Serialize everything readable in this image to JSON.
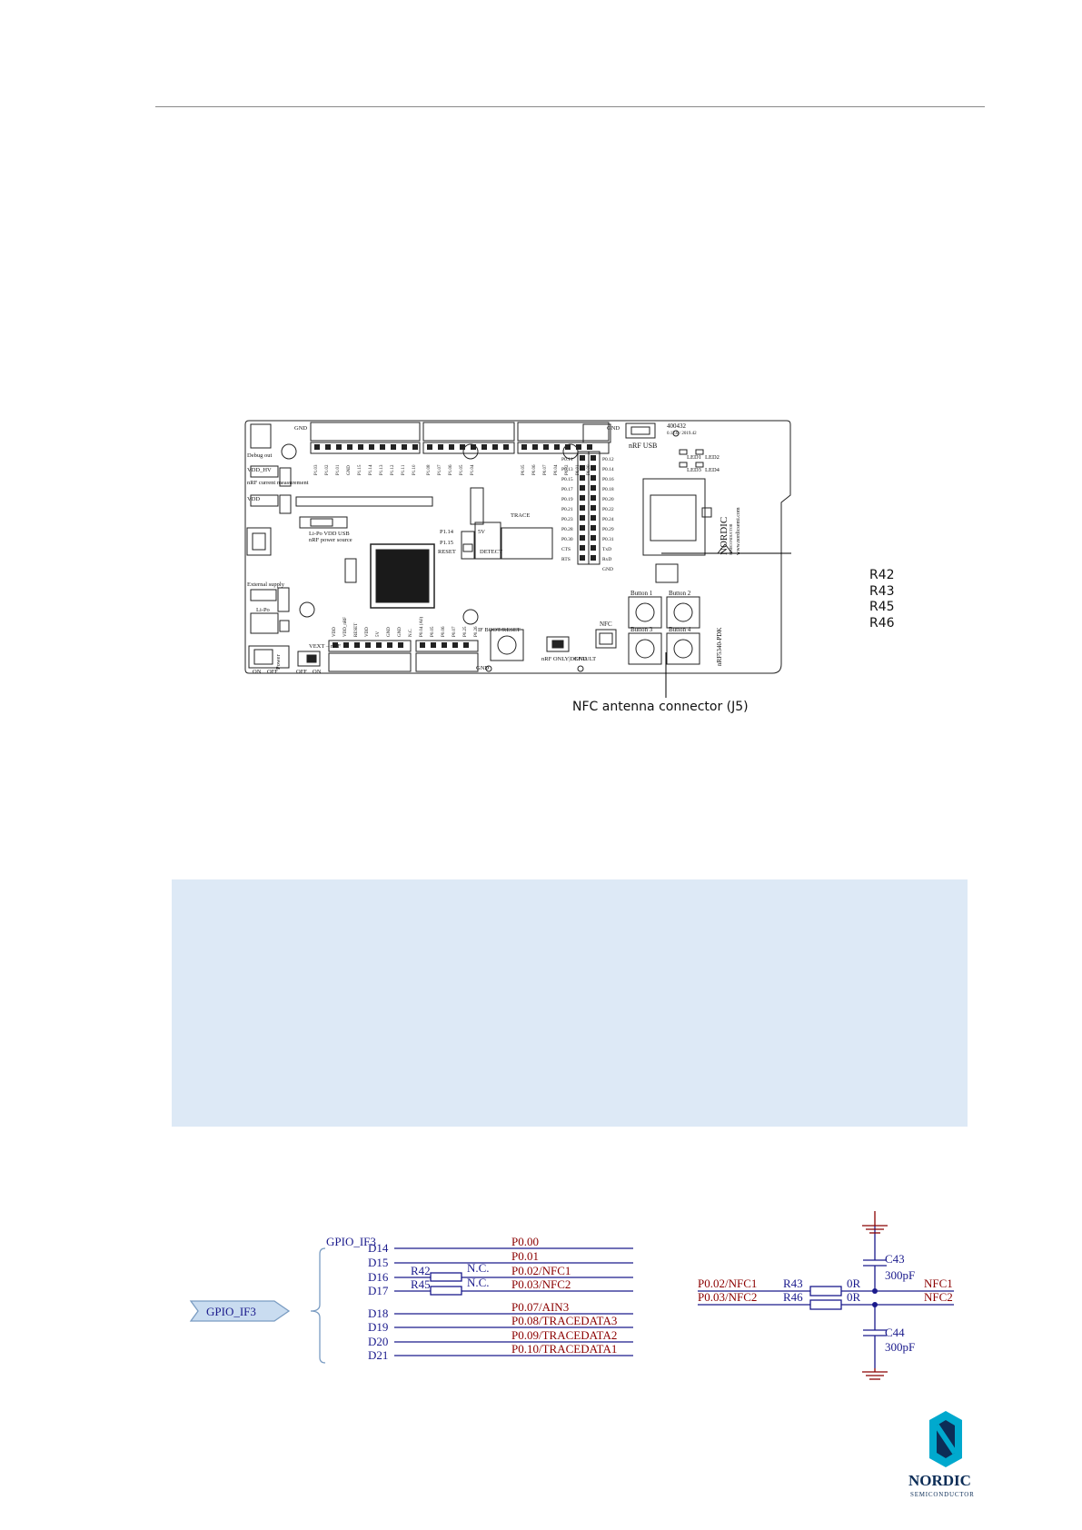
{
  "board": {
    "callout_resistors": [
      "R42",
      "R43",
      "R45",
      "R46"
    ],
    "callout_nfc": "NFC antenna connector (J5)",
    "labels": {
      "top_gnd_left": "GND",
      "top_gnd_right": "GND",
      "nrf_usb": "nRF USB",
      "board_id": "400432",
      "board_rev": "0.12.0 / 2019.42",
      "led1": "LED1",
      "led2": "LED2",
      "led3": "LED3",
      "led4": "LED4",
      "debug_out": "Debug out",
      "vdd_hv": "VDD_HV",
      "nrf_current": "nRF current measurement",
      "vdd": "VDD",
      "li_po_vdd_usb": "Li-Po VDD USB",
      "nrf_power_source": "nRF power source",
      "external_supply": "External supply",
      "li_po": "Li-Po",
      "power": "Power",
      "on": "ON",
      "off": "OFF",
      "vext_nrf": "VEXT→nRF",
      "off2": "OFF",
      "on2": "ON",
      "trace": "TRACE",
      "detect": "DETECT",
      "reset": "RESET",
      "five_v": "5V",
      "if_boot_reset": "IF BOOT/RESET",
      "nrf_only_default": "nRF ONLY|DEFAULT",
      "nfc": "NFC",
      "gnd_bottom": "GND",
      "gnd_bottom2": "GND",
      "button1": "Button 1",
      "button2": "Button 2",
      "button3": "Button 3",
      "button4": "Button 4",
      "nordic": "NORDIC",
      "semiconductor": "SEMICONDUCTOR",
      "url": "www.nordicsemi.com",
      "pdk": "nRF5340-PDK",
      "p1_14": "P1.14",
      "p1_15": "P1.15"
    },
    "right_pins_left": [
      "P0.11",
      "P0.13",
      "P0.15",
      "P0.17",
      "P0.19",
      "P0.21",
      "P0.23",
      "P0.28",
      "P0.30",
      "CTS",
      "RTS"
    ],
    "right_pins_right": [
      "P0.12",
      "P0.14",
      "P0.16",
      "P0.18",
      "P0.20",
      "P0.22",
      "P0.24",
      "P0.29",
      "P0.31",
      "TxD",
      "RxD",
      "GND"
    ],
    "top_pins_a": [
      "P1.03",
      "P1.02",
      "P1.01",
      "GND",
      "P1.15",
      "P1.14",
      "P1.13",
      "P1.12",
      "P1.11",
      "P1.10"
    ],
    "top_pins_b": [
      "P1.08",
      "P1.07",
      "P1.06",
      "P1.05",
      "P1.04"
    ],
    "top_pins_c": [
      "P0.05",
      "P0.06",
      "P0.07",
      "P0.04",
      "P0.02",
      "P0.01",
      "P0.00"
    ],
    "bottom_pins_a": [
      "VDD",
      "VDD_nRF",
      "RESET",
      "VDD",
      "5V",
      "GND",
      "GND",
      "N.C."
    ],
    "bottom_pins_b": [
      "P0.04 (A0)",
      "P0.05",
      "P0.06",
      "P0.07",
      "P0.25",
      "P0.26"
    ]
  },
  "schematic_left": {
    "bus_name": "GPIO_IF3",
    "port_label": "GPIO_IF3",
    "pins": [
      "D14",
      "D15",
      "D16",
      "D17",
      "D18",
      "D19",
      "D20",
      "D21"
    ],
    "nets": [
      "P0.00",
      "P0.01",
      "P0.02/NFC1",
      "P0.03/NFC2",
      "P0.07/AIN3",
      "P0.08/TRACEDATA3",
      "P0.09/TRACEDATA2",
      "P0.10/TRACEDATA1"
    ],
    "resistors": [
      "R42",
      "R45"
    ],
    "nc": [
      "N.C.",
      "N.C."
    ]
  },
  "schematic_right": {
    "net_left": [
      "P0.02/NFC1",
      "P0.03/NFC2"
    ],
    "resistors": [
      "R43",
      "R46"
    ],
    "values": [
      "0R",
      "0R"
    ],
    "net_right": [
      "NFC1",
      "NFC2"
    ],
    "caps": [
      "C43",
      "C44"
    ],
    "cap_values": [
      "300pF",
      "300pF"
    ]
  },
  "logo": {
    "name": "NORDIC",
    "sub": "SEMICONDUCTOR"
  },
  "colors": {
    "note_bg": "#dde9f6",
    "schem_blue": "#1a1a8c",
    "schem_red": "#8b0000",
    "logo_blue": "#00a9ce",
    "logo_dark": "#0c2d57"
  }
}
